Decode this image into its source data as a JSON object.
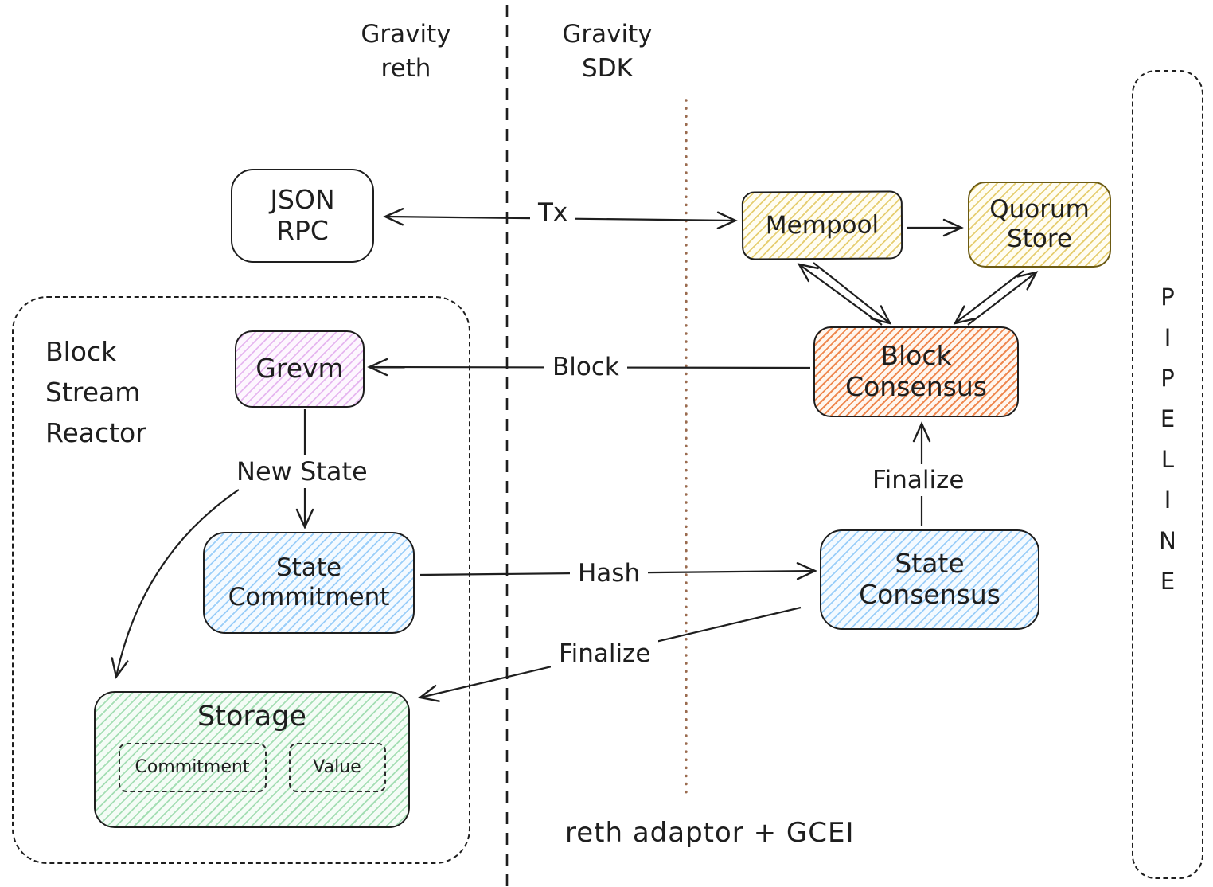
{
  "headers": {
    "gravity_reth": {
      "line1": "Gravity",
      "line2": "reth"
    },
    "gravity_sdk": {
      "line1": "Gravity",
      "line2": "SDK"
    }
  },
  "pipeline": {
    "letters": [
      "P",
      "I",
      "P",
      "E",
      "L",
      "I",
      "N",
      "E"
    ]
  },
  "block_stream_reactor": {
    "line1": "Block",
    "line2": "Stream",
    "line3": "Reactor"
  },
  "nodes": {
    "json_rpc": {
      "line1": "JSON",
      "line2": "RPC"
    },
    "mempool": {
      "label": "Mempool"
    },
    "quorum_store": {
      "line1": "Quorum",
      "line2": "Store"
    },
    "block_consensus": {
      "line1": "Block",
      "line2": "Consensus"
    },
    "grevm": {
      "label": "Grevm"
    },
    "state_commitment": {
      "line1": "State",
      "line2": "Commitment"
    },
    "state_consensus": {
      "line1": "State",
      "line2": "Consensus"
    },
    "storage": {
      "title": "Storage",
      "commitment": "Commitment",
      "value": "Value"
    }
  },
  "edge_labels": {
    "tx": "Tx",
    "block": "Block",
    "new_state": "New State",
    "hash": "Hash",
    "finalize_up": "Finalize",
    "finalize_down": "Finalize"
  },
  "footer": {
    "caption": "reth adaptor + GCEI"
  },
  "colors": {
    "ink": "#1e1e1e",
    "mempool_hatch": "#debe46",
    "quorum_hatch": "#debe46",
    "block_consensus_hatch": "#e8590c",
    "grevm_hatch": "#d68de6",
    "state_hatch": "#5eb0f5",
    "storage_hatch": "#63c57d",
    "divider_dotted": "#9a6b4f"
  }
}
